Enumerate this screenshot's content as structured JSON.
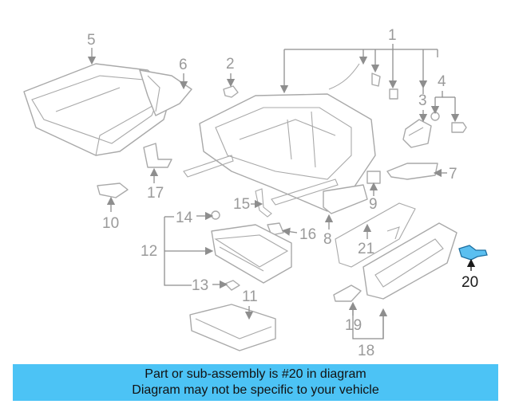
{
  "callouts": {
    "c1": "1",
    "c2": "2",
    "c3": "3",
    "c4": "4",
    "c5": "5",
    "c6": "6",
    "c7": "7",
    "c8": "8",
    "c9": "9",
    "c10": "10",
    "c11": "11",
    "c12": "12",
    "c13": "13",
    "c14": "14",
    "c15": "15",
    "c16": "16",
    "c17": "17",
    "c18": "18",
    "c19": "19",
    "c20": "20",
    "c21": "21"
  },
  "highlight": {
    "part_number": "20",
    "color": "#5bbff0"
  },
  "banner": {
    "line1": "Part or sub-assembly is #20 in diagram",
    "line2": "Diagram may not be specific to your vehicle",
    "background": "#4cc3f5"
  }
}
